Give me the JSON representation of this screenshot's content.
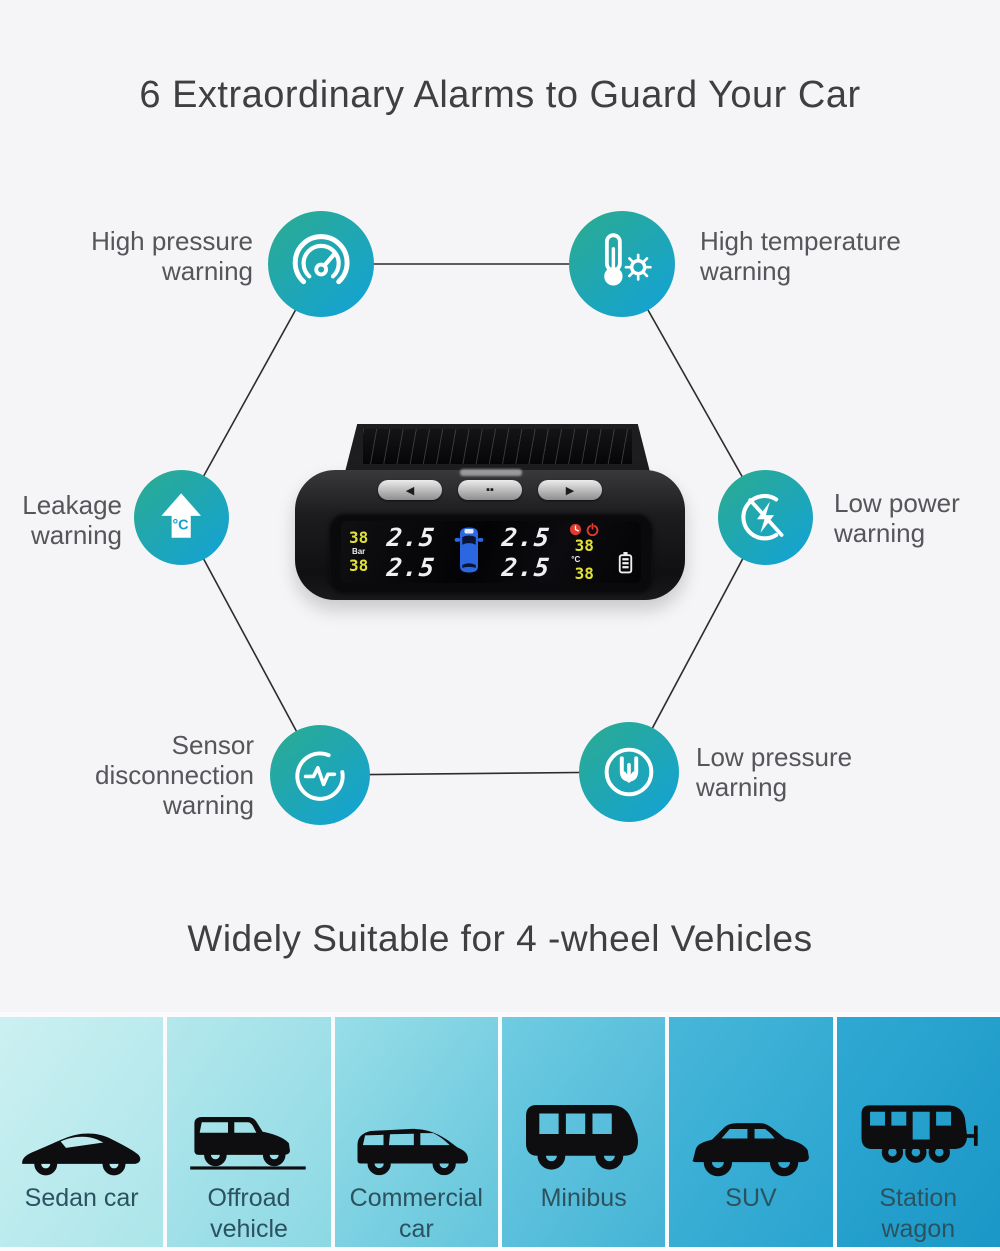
{
  "section_alarms": {
    "title": "6 Extraordinary Alarms to Guard Your Car",
    "accent_gradient": [
      "#2cab8e",
      "#12a2d9"
    ],
    "items": [
      {
        "id": "high-pressure",
        "icon": "gauge-icon",
        "label_lines": [
          "High pressure",
          "warning"
        ]
      },
      {
        "id": "high-temperature",
        "icon": "thermometer-sun-icon",
        "label_lines": [
          "High temperature",
          "warning"
        ]
      },
      {
        "id": "leakage",
        "icon": "up-arrow-celsius-icon",
        "label_lines": [
          "Leakage",
          "warning"
        ],
        "icon_text": "°C"
      },
      {
        "id": "low-power",
        "icon": "no-power-icon",
        "label_lines": [
          "Low power",
          "warning"
        ]
      },
      {
        "id": "sensor-disconnection",
        "icon": "pulse-signal-icon",
        "label_lines": [
          "Sensor",
          "disconnection",
          "warning"
        ]
      },
      {
        "id": "low-pressure",
        "icon": "down-valve-icon",
        "label_lines": [
          "Low pressure",
          "warning"
        ]
      }
    ]
  },
  "device": {
    "display": {
      "left_temp_top": "38",
      "pressure_unit": "Bar",
      "left_temp_bottom": "38",
      "pressure_front_left": "2.5",
      "pressure_rear_left": "2.5",
      "pressure_front_right": "2.5",
      "pressure_rear_right": "2.5",
      "right_temp_top": "38",
      "temp_unit": "°C",
      "right_temp_bottom": "38",
      "status_icons": [
        "alarm-clock-icon",
        "power-alert-icon",
        "battery-icon"
      ],
      "alert_color": "#e23a2c",
      "value_yellow": "#e2e135",
      "car_color": "#2a67e0"
    }
  },
  "section_vehicles": {
    "title": "Widely Suitable for 4 -wheel Vehicles",
    "items": [
      {
        "id": "sedan-car",
        "label_lines": [
          "Sedan car",
          ""
        ],
        "colors": [
          "#ccf0f1",
          "#abe5ea"
        ]
      },
      {
        "id": "offroad-vehicle",
        "label_lines": [
          "Offroad",
          "vehicle"
        ],
        "colors": [
          "#b4e8ec",
          "#8cd8e4"
        ]
      },
      {
        "id": "commercial-car",
        "label_lines": [
          "Commercial",
          "car"
        ],
        "colors": [
          "#98dee8",
          "#62c4dc"
        ]
      },
      {
        "id": "minibus",
        "label_lines": [
          "Minibus",
          ""
        ],
        "colors": [
          "#70cce1",
          "#44b3d6"
        ]
      },
      {
        "id": "suv",
        "label_lines": [
          "SUV",
          ""
        ],
        "colors": [
          "#47b7d8",
          "#29a3d0"
        ]
      },
      {
        "id": "station-wagon",
        "label_lines": [
          "Station",
          "wagon"
        ],
        "colors": [
          "#2fa9d3",
          "#1b97c7"
        ]
      }
    ]
  }
}
